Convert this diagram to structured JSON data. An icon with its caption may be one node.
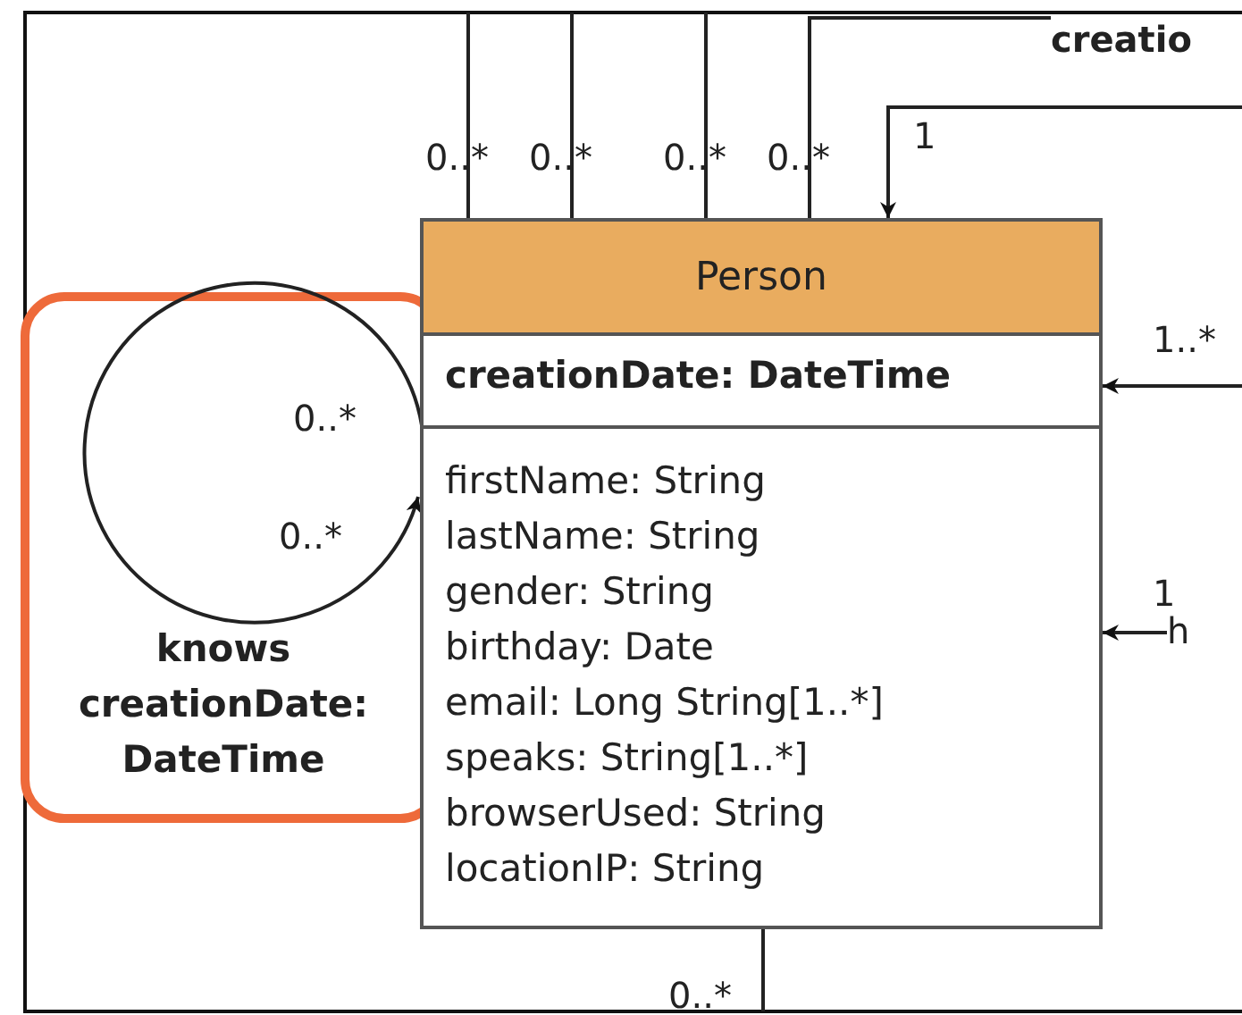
{
  "diagram": {
    "nodes": [
      {
        "text": [
          "Person",
          "creationDate: DateTime",
          "firstName: String",
          "lastName: String",
          "gender: String",
          "birthday: Date",
          "email: Long String[1..*]",
          "speaks: String[1..*]",
          "browserUsed: String",
          "locationIP: String"
        ]
      },
      {
        "text": [
          "creatio"
        ]
      },
      {
        "text": [
          "h"
        ]
      }
    ],
    "edges": [
      {
        "from": null,
        "to": 0,
        "arrow": "none"
      },
      {
        "from": null,
        "to": 0,
        "arrow": "none"
      },
      {
        "from": null,
        "to": 0,
        "arrow": "none"
      },
      {
        "from": 1,
        "to": 0,
        "arrow": "none"
      },
      {
        "from": null,
        "to": 0,
        "arrow": "to"
      },
      {
        "from": null,
        "to": 0,
        "arrow": "to"
      },
      {
        "from": 2,
        "to": 0,
        "arrow": "to"
      },
      {
        "from": 0,
        "to": null,
        "arrow": "none"
      },
      {
        "from": 0,
        "to": 0,
        "arrow": "to",
        "label": "knows creationDate: DateTime"
      }
    ],
    "labels": [
      "0..*",
      "0..*",
      "0..*",
      "0..*",
      "1",
      "1..*",
      "0..*",
      "0..*",
      "1",
      "0..*"
    ]
  }
}
